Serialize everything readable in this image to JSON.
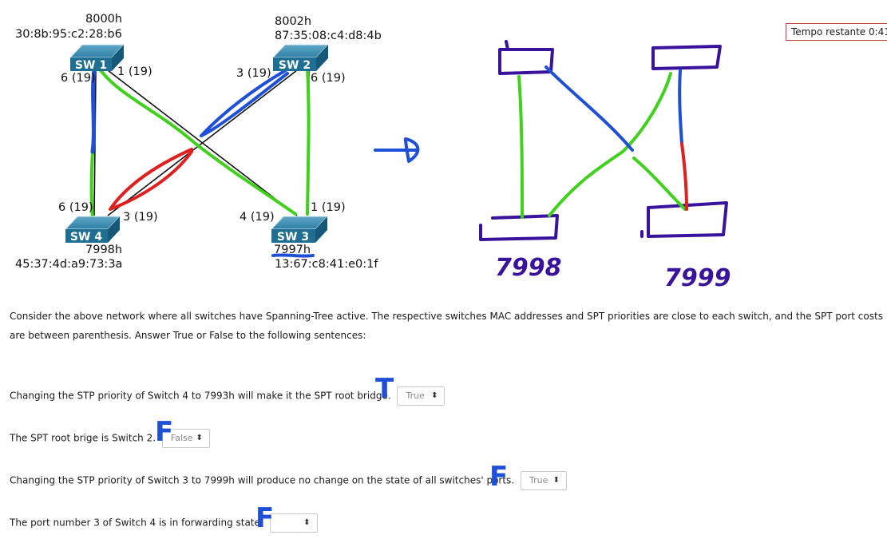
{
  "timer": {
    "text": "Tempo restante 0:41:"
  },
  "network": {
    "switches": [
      {
        "label": "SW 1",
        "priority": "8000h",
        "mac": "30:8b:95:c2:28:b6"
      },
      {
        "label": "SW 2",
        "priority": "8002h",
        "mac": "87:35:08:c4:d8:4b"
      },
      {
        "label": "SW 3",
        "priority": "7997h",
        "mac": "13:67:c8:41:e0:1f"
      },
      {
        "label": "SW 4",
        "priority": "7998h",
        "mac": "45:37:4d:a9:73:3a"
      }
    ],
    "ports": {
      "sw1_p6": "6 (19)",
      "sw1_p1": "1 (19)",
      "sw2_p3": "3 (19)",
      "sw2_p6": "6 (19)",
      "sw4_p6": "6 (19)",
      "sw4_p3": "3 (19)",
      "sw3_p4": "4 (19)",
      "sw3_p1": "1 (19)"
    }
  },
  "annotations": {
    "arrow": "→",
    "left_value": "7998",
    "right_value": "7999",
    "answer_marks": [
      "T",
      "F",
      "F",
      "F"
    ],
    "colors": {
      "ink_blue": "#1e4fd8",
      "ink_green": "#3fd11c",
      "ink_red": "#e01f1f",
      "ink_purple": "#3a139c"
    }
  },
  "question": {
    "prompt": "Consider the above network where all switches have Spanning-Tree active. The respective switches MAC addresses and SPT priorities are close to each switch, and the SPT port costs are between parenthesis. Answer True or False to the following sentences:",
    "statements": [
      {
        "text": "Changing the STP priority of Switch 4 to 7993h will make it the SPT root bridge.",
        "selected": "True"
      },
      {
        "text": "The SPT root brige is Switch 2.",
        "selected": "False"
      },
      {
        "text": "Changing the STP priority of Switch 3 to 7999h will produce no change on the state of all switches' ports.",
        "selected": "True"
      },
      {
        "text": "The port number 3 of Switch 4 is in forwarding state.",
        "selected": ""
      }
    ]
  }
}
